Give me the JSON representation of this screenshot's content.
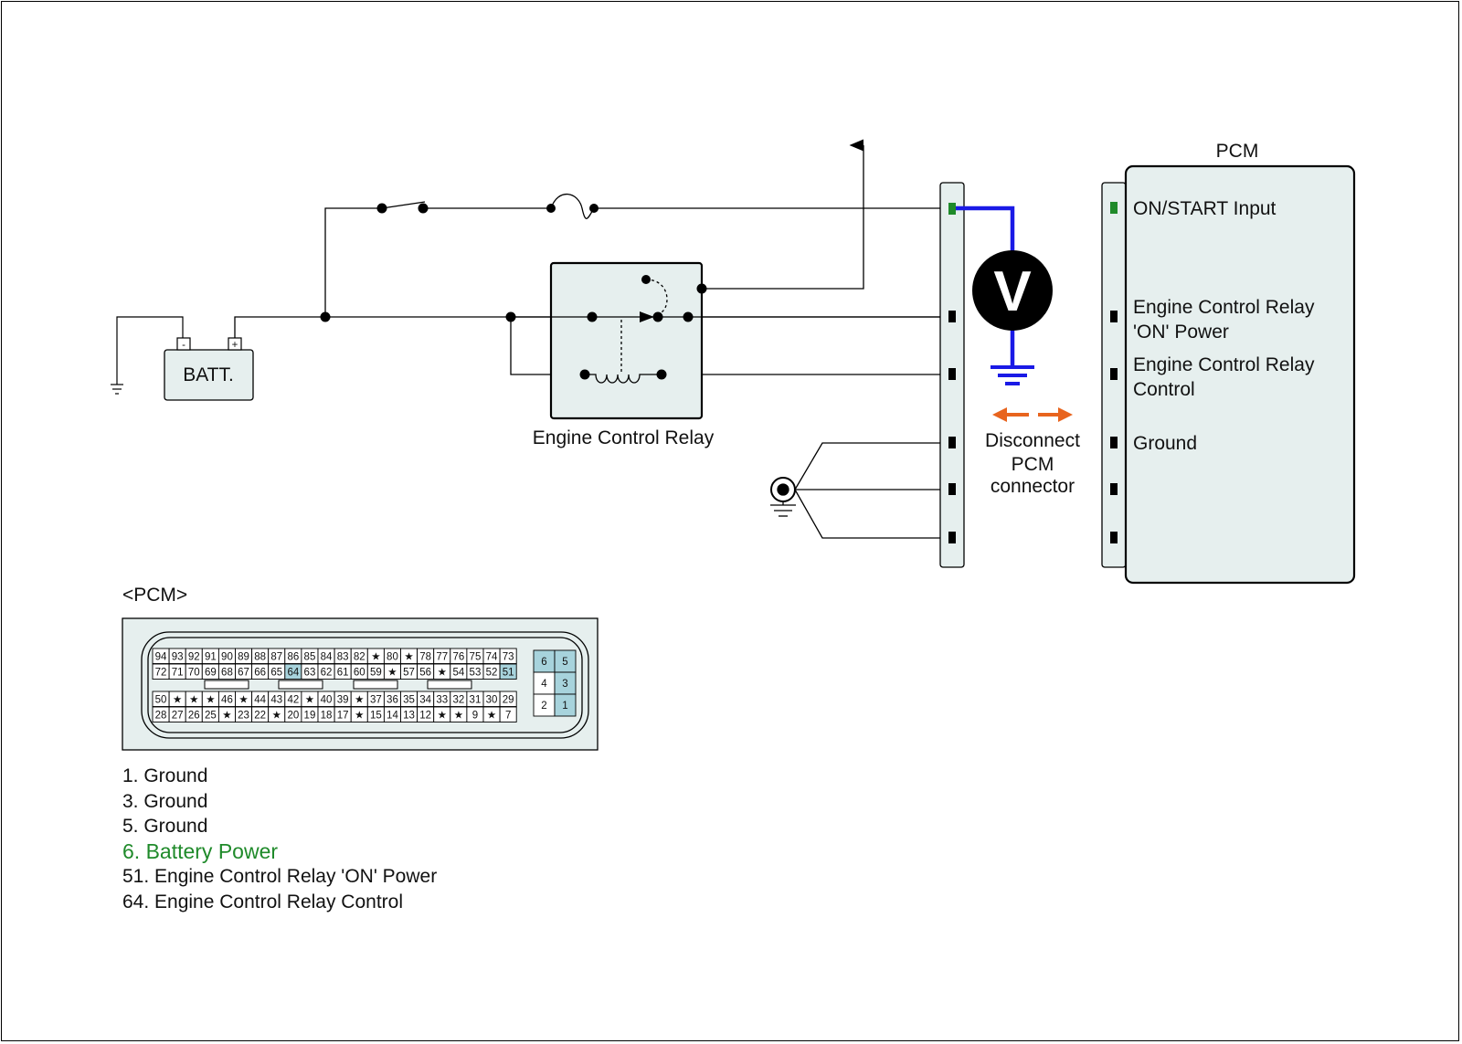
{
  "colors": {
    "highlight_text": "#1f8a2a",
    "meter_lead": "#1a1ae6",
    "arrow": "#e8641e",
    "panel_fill": "#e6efee",
    "pin_highlight": "#a7d3dc"
  },
  "icons": [
    "ground-icon",
    "switch-icon",
    "fuse-icon",
    "voltmeter-icon",
    "chassis-ground-icon",
    "double-arrow-icon",
    "arrow-up-icon"
  ],
  "battery": {
    "label": "BATT.",
    "neg_symbol": "-",
    "pos_symbol": "+"
  },
  "relay": {
    "label": "Engine Control Relay"
  },
  "meter": {
    "symbol": "V"
  },
  "disconnect": {
    "line1": "Disconnect",
    "line2": "PCM",
    "line3": "connector"
  },
  "pcm": {
    "title": "PCM",
    "pins": [
      {
        "line1": "ON/START Input",
        "line2": "",
        "highlight": true
      },
      {
        "line1": "Engine Control Relay",
        "line2": "'ON' Power",
        "highlight": false
      },
      {
        "line1": "Engine Control Relay",
        "line2": "Control",
        "highlight": false
      },
      {
        "line1": "Ground",
        "line2": "",
        "highlight": false
      },
      {
        "line1": "",
        "line2": "",
        "highlight": false
      },
      {
        "line1": "",
        "line2": "",
        "highlight": false
      }
    ]
  },
  "connector_view": {
    "title": "<PCM>",
    "main_rows": [
      [
        "94",
        "93",
        "92",
        "91",
        "90",
        "89",
        "88",
        "87",
        "86",
        "85",
        "84",
        "83",
        "82",
        "★",
        "80",
        "★",
        "78",
        "77",
        "76",
        "75",
        "74",
        "73"
      ],
      [
        "72",
        "71",
        "70",
        "69",
        "68",
        "67",
        "66",
        "65",
        "64",
        "63",
        "62",
        "61",
        "60",
        "59",
        "★",
        "57",
        "56",
        "★",
        "54",
        "53",
        "52",
        "51"
      ],
      [
        "50",
        "★",
        "★",
        "★",
        "46",
        "★",
        "44",
        "43",
        "42",
        "★",
        "40",
        "39",
        "★",
        "37",
        "36",
        "35",
        "34",
        "33",
        "32",
        "31",
        "30",
        "29"
      ],
      [
        "28",
        "27",
        "26",
        "25",
        "★",
        "23",
        "22",
        "★",
        "20",
        "19",
        "18",
        "17",
        "★",
        "15",
        "14",
        "13",
        "12",
        "★",
        "★",
        "9",
        "★",
        "7"
      ]
    ],
    "side_rows": [
      [
        "6",
        "5"
      ],
      [
        "4",
        "3"
      ],
      [
        "2",
        "1"
      ]
    ],
    "highlighted_pins": [
      "64",
      "51",
      "6",
      "5",
      "3",
      "1"
    ]
  },
  "pin_list": [
    {
      "text": "1. Ground",
      "highlight": false
    },
    {
      "text": "3. Ground",
      "highlight": false
    },
    {
      "text": "5. Ground",
      "highlight": false
    },
    {
      "text": "6. Battery Power",
      "highlight": true
    },
    {
      "text": "51. Engine Control Relay 'ON' Power",
      "highlight": false
    },
    {
      "text": "64. Engine Control Relay Control",
      "highlight": false
    }
  ]
}
